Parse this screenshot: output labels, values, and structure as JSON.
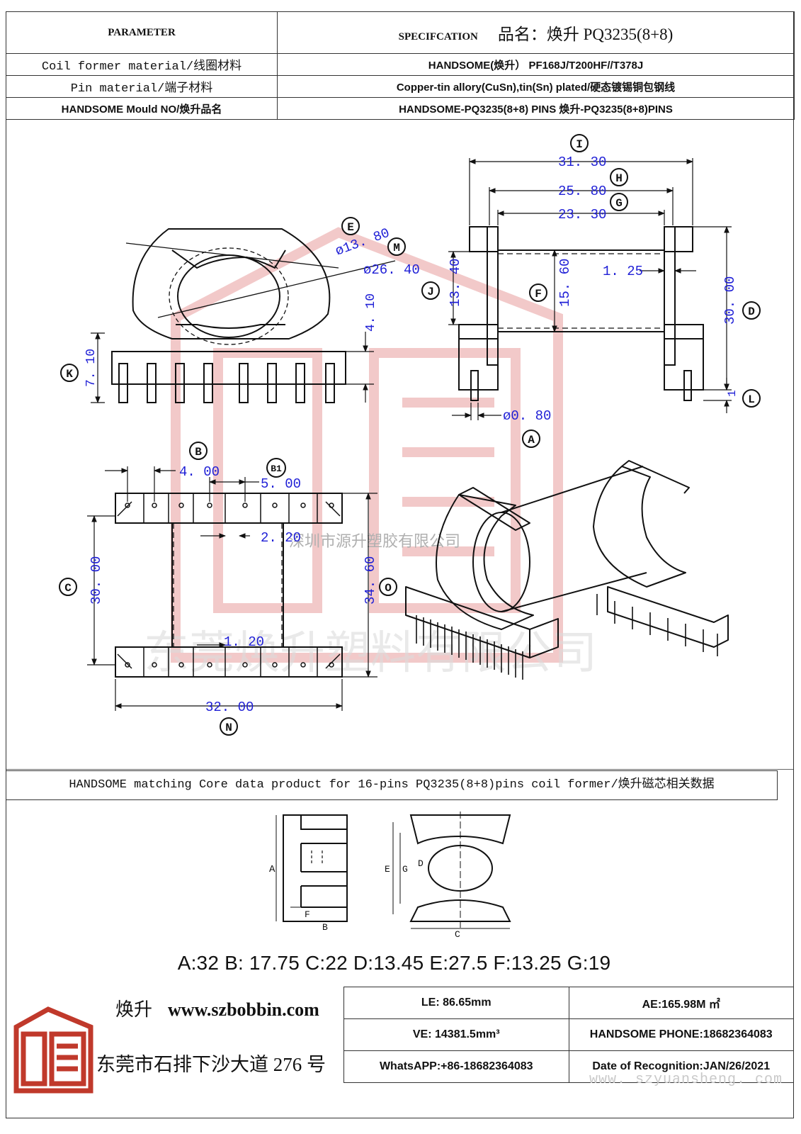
{
  "header": {
    "parameter": "PARAMETER",
    "specification": "SPECIFCATION",
    "product_name": "品名：焕升 PQ3235(8+8)"
  },
  "rows": [
    {
      "label": "Coil former material/线圈材料",
      "value": "HANDSOME(焕升）   PF168J/T200HF//T378J"
    },
    {
      "label": "Pin material/端子材料",
      "value": "Copper-tin allory(CuSn),tin(Sn) plated/硬态镀锡铜包钢线"
    },
    {
      "label": "HANDSOME Mould NO/焕升品名",
      "value": "HANDSOME-PQ3235(8+8) PINS    焕升-PQ3235(8+8)PINS"
    }
  ],
  "drawing": {
    "labels": {
      "I": "I",
      "H": "H",
      "G": "G",
      "E": "E",
      "M": "M",
      "J": "J",
      "F": "F",
      "D": "D",
      "K": "K",
      "L": "L",
      "A": "A",
      "B": "B",
      "B1": "B1",
      "C": "C",
      "O": "O",
      "N": "N"
    },
    "dims": {
      "I": "31. 30",
      "H": "25. 80",
      "G": "23. 30",
      "E": "ø13. 80",
      "M": "ø26. 40",
      "flange": "1. 25",
      "J": "13. 40",
      "F": "15. 60",
      "D": "30. 00",
      "pin_h": "4. 10",
      "K": "7. 10",
      "L": "1",
      "pin_dia": "ø0. 80",
      "B": "4. 00",
      "B1": "5. 00",
      "gap": "2. 20",
      "C": "30. 00",
      "O": "34. 60",
      "wall": "1. 20",
      "N": "32. 00"
    },
    "watermark_small": "深圳市源升塑胶有限公司",
    "watermark_large": "东莞焕升塑料有限公司"
  },
  "core": {
    "caption": "HANDSOME matching Core data  product for 16-pins PQ3235(8+8)pins coil former/焕升磁芯相关数据",
    "labels": {
      "A": "A",
      "B": "B",
      "F": "F",
      "E": "E",
      "G": "G",
      "D": "D",
      "C": "C"
    },
    "dimensions": "A:32 B: 17.75 C:22 D:13.45 E:27.5 F:13.25 G:19"
  },
  "footer": {
    "brand_cn": "焕升",
    "website": "www.szbobbin.com",
    "address": "东莞市石排下沙大道 276 号",
    "le": "LE: 86.65mm",
    "ae": "AE:165.98M ㎡",
    "ve": "VE: 14381.5mm³",
    "phone": "HANDSOME PHONE:18682364083",
    "whatsapp": "WhatsAPP:+86-18682364083",
    "date": "Date of Recognition:JAN/26/2021",
    "watermark_url": "www. szyuansheng. com"
  },
  "colors": {
    "dimension_text": "#1f1fd6",
    "line": "#111111",
    "watermark": "#e8a8a8"
  }
}
